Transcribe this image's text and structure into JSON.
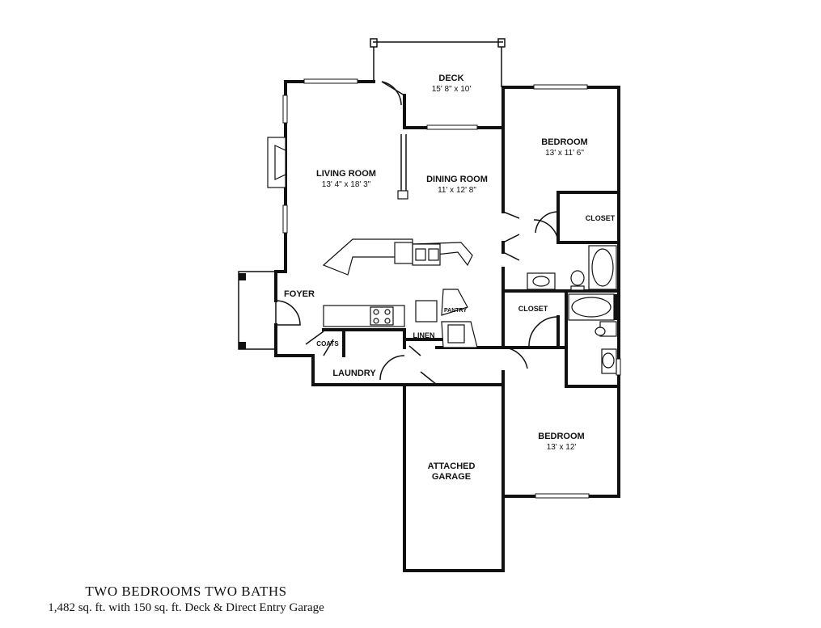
{
  "plan": {
    "rooms": {
      "deck": {
        "name": "DECK",
        "size": "15' 8\" x 10'"
      },
      "bedroom1": {
        "name": "BEDROOM",
        "size": "13' x 11' 6\""
      },
      "living": {
        "name": "LIVING ROOM",
        "size": "13' 4\" x 18' 3\""
      },
      "dining": {
        "name": "DINING ROOM",
        "size": "11' x 12' 8\""
      },
      "closet1": {
        "name": "CLOSET"
      },
      "foyer": {
        "name": "FOYER"
      },
      "closet2": {
        "name": "CLOSET"
      },
      "pantry": {
        "name": "PANTRY"
      },
      "coats": {
        "name": "COATS"
      },
      "linen": {
        "name": "LINEN"
      },
      "laundry": {
        "name": "LAUNDRY"
      },
      "bedroom2": {
        "name": "BEDROOM",
        "size": "13' x 12'"
      },
      "garage": {
        "name_line1": "ATTACHED",
        "name_line2": "GARAGE"
      }
    }
  },
  "caption": {
    "title": "TWO BEDROOMS TWO BATHS",
    "subtitle": "1,482 sq. ft. with 150 sq. ft. Deck & Direct Entry Garage"
  }
}
